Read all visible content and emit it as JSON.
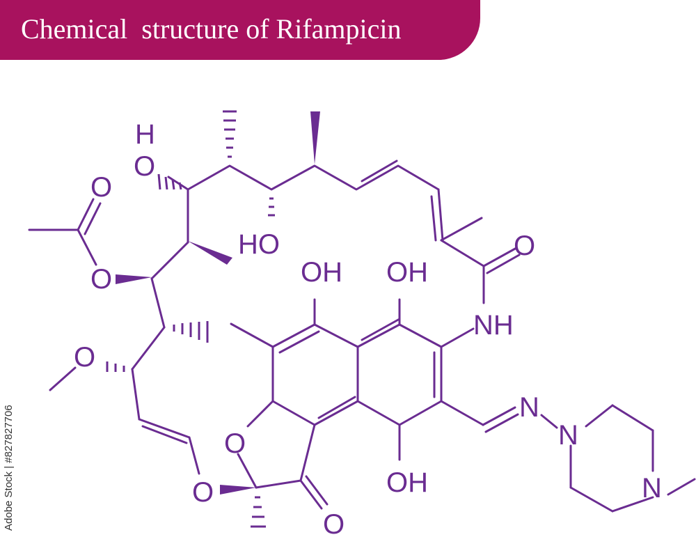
{
  "banner": {
    "title": "Chemical  structure of Rifampicin",
    "color": "#a8125e",
    "text_color": "#ffffff"
  },
  "molecule": {
    "color": "#6a2c91",
    "atoms": {
      "h_top": "H",
      "o_top": "O",
      "ho_mid": "HO",
      "o_acetyl": "O",
      "o_ester": "O",
      "o_methoxy": "O",
      "oh_1": "OH",
      "oh_2": "OH",
      "o_amide": "O",
      "nh": "NH",
      "n_imine": "N",
      "n_pip1": "N",
      "n_pip2": "N",
      "o_furan": "O",
      "o_ether": "O",
      "o_keto": "O",
      "oh_bottom": "OH"
    }
  },
  "watermark": {
    "side_text": "Adobe Stock | #827827706"
  }
}
